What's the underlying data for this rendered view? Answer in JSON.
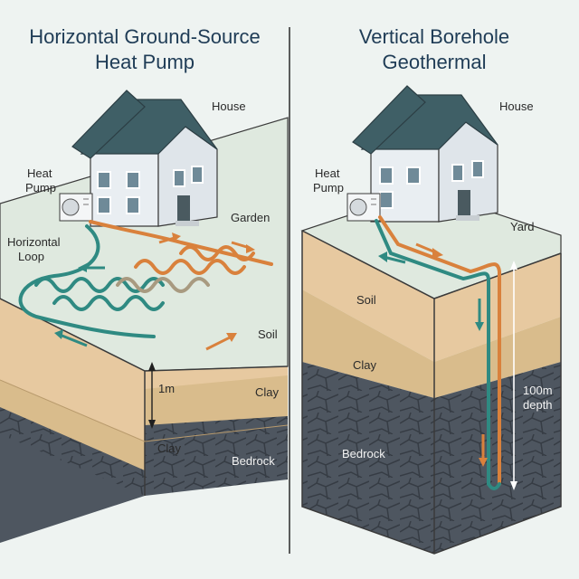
{
  "panels": {
    "horizontal": {
      "title_line1": "Horizontal Ground-Source",
      "title_line2": "Heat Pump",
      "labels": {
        "house": "House",
        "heat_pump_1": "Heat",
        "heat_pump_2": "Pump",
        "garden": "Garden",
        "loop_1": "Horizontal",
        "loop_2": "Loop",
        "soil": "Soil",
        "depth": "1m",
        "clay_right": "Clay",
        "clay_left": "Clay",
        "bedrock": "Bedrock"
      }
    },
    "vertical": {
      "title_line1": "Vertical Borehole",
      "title_line2": "Geothermal",
      "labels": {
        "house": "House",
        "heat_pump_1": "Heat",
        "heat_pump_2": "Pump",
        "yard": "Yard",
        "soil": "Soil",
        "clay": "Clay",
        "depth_1": "100m",
        "depth_2": "depth",
        "bedrock": "Bedrock"
      }
    }
  },
  "colors": {
    "background": "#eef3f1",
    "title": "#1f3c56",
    "grass": "#dfe9df",
    "soil": "#e7c9a0",
    "clay": "#d9bc8c",
    "bedrock": "#4e5660",
    "roof": "#3f5f66",
    "house_wall": "#e9eef2",
    "warm_pipe": "#d9813c",
    "cool_pipe": "#2f8a82"
  }
}
